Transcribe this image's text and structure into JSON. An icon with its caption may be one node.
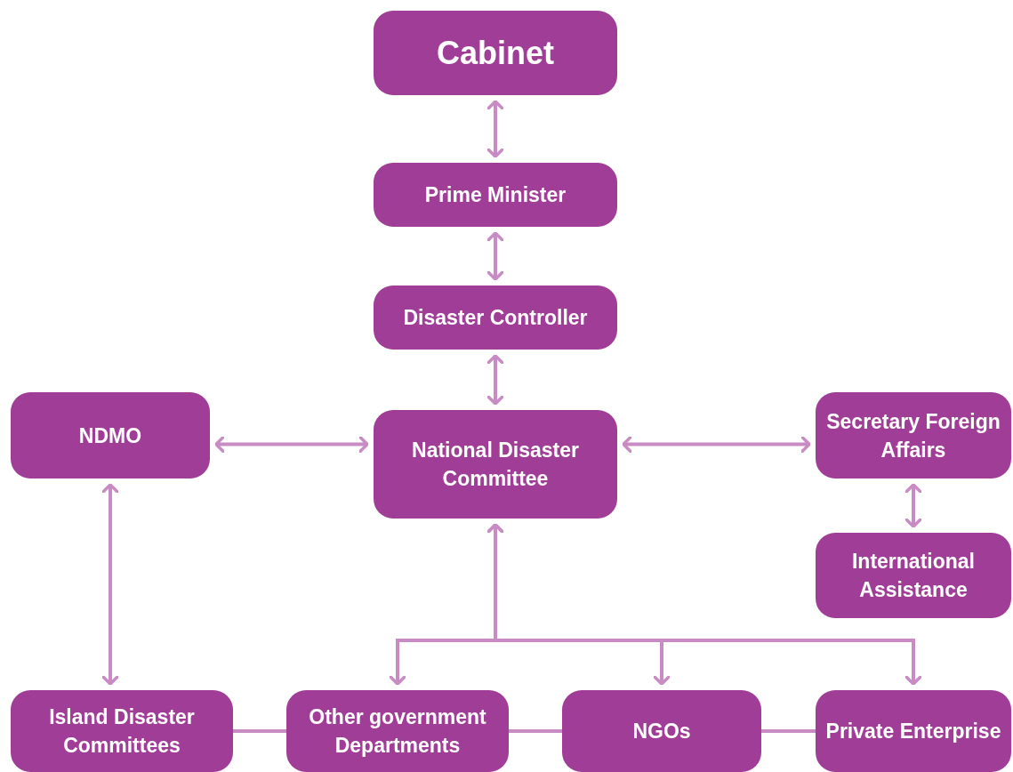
{
  "diagram": {
    "nodes": [
      {
        "text": [
          "Cabinet"
        ]
      },
      {
        "text": [
          "Prime Minister"
        ]
      },
      {
        "text": [
          "Disaster Controller"
        ]
      },
      {
        "text": [
          "NDMO"
        ]
      },
      {
        "text": [
          "National Disaster Committee"
        ]
      },
      {
        "text": [
          "Secretary Foreign Affairs"
        ]
      },
      {
        "text": [
          "International Assistance"
        ]
      },
      {
        "text": [
          "Island Disaster Committees"
        ]
      },
      {
        "text": [
          "Other government Departments"
        ]
      },
      {
        "text": [
          "NGOs"
        ]
      },
      {
        "text": [
          "Private Enterprise"
        ]
      }
    ],
    "edges": [
      {
        "from": 0,
        "to": 1,
        "arrow": "both"
      },
      {
        "from": 1,
        "to": 2,
        "arrow": "both"
      },
      {
        "from": 2,
        "to": 4,
        "arrow": "both"
      },
      {
        "from": 3,
        "to": 4,
        "arrow": "both"
      },
      {
        "from": 4,
        "to": 5,
        "arrow": "both"
      },
      {
        "from": 5,
        "to": 6,
        "arrow": "both"
      },
      {
        "from": 3,
        "to": 7,
        "arrow": "both"
      },
      {
        "from": 4,
        "to": 8,
        "arrow": "both"
      },
      {
        "from": 4,
        "to": 9,
        "arrow": "both"
      },
      {
        "from": 4,
        "to": 10,
        "arrow": "both"
      },
      {
        "from": 7,
        "to": 8,
        "arrow": "none"
      },
      {
        "from": 8,
        "to": 9,
        "arrow": "none"
      },
      {
        "from": 9,
        "to": 10,
        "arrow": "none"
      }
    ]
  }
}
